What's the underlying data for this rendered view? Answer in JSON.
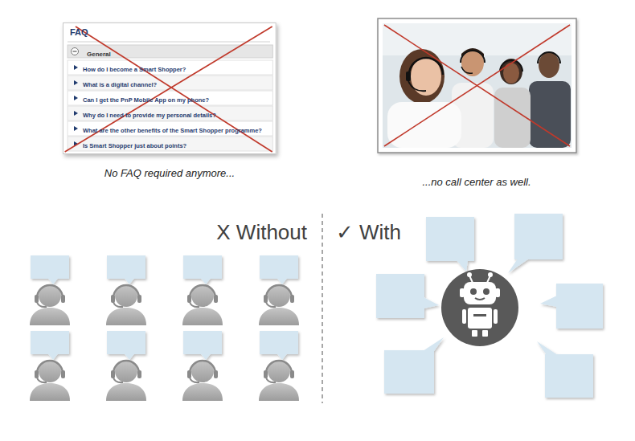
{
  "diagram": {
    "nodes": [
      {
        "text": [
          "FAQ"
        ]
      },
      {
        "text": [
          "General"
        ],
        "in": 0
      },
      {
        "text": [
          "How do I become a Smart Shopper?"
        ],
        "in": 0
      },
      {
        "text": [
          "What is a digital channel?"
        ],
        "in": 0
      },
      {
        "text": [
          "Can I get the PnP Mobile App on my phone?"
        ],
        "in": 0
      },
      {
        "text": [
          "Why do I need to provide my personal details?"
        ],
        "in": 0
      },
      {
        "text": [
          "What are the other benefits of the Smart Shopper programme?"
        ],
        "in": 0
      },
      {
        "text": [
          "Is Smart Shopper just about points?"
        ],
        "in": 0
      }
    ],
    "labels": [
      "No FAQ required anymore...",
      "...no call center as well.",
      "X Without",
      "✓ With"
    ]
  }
}
